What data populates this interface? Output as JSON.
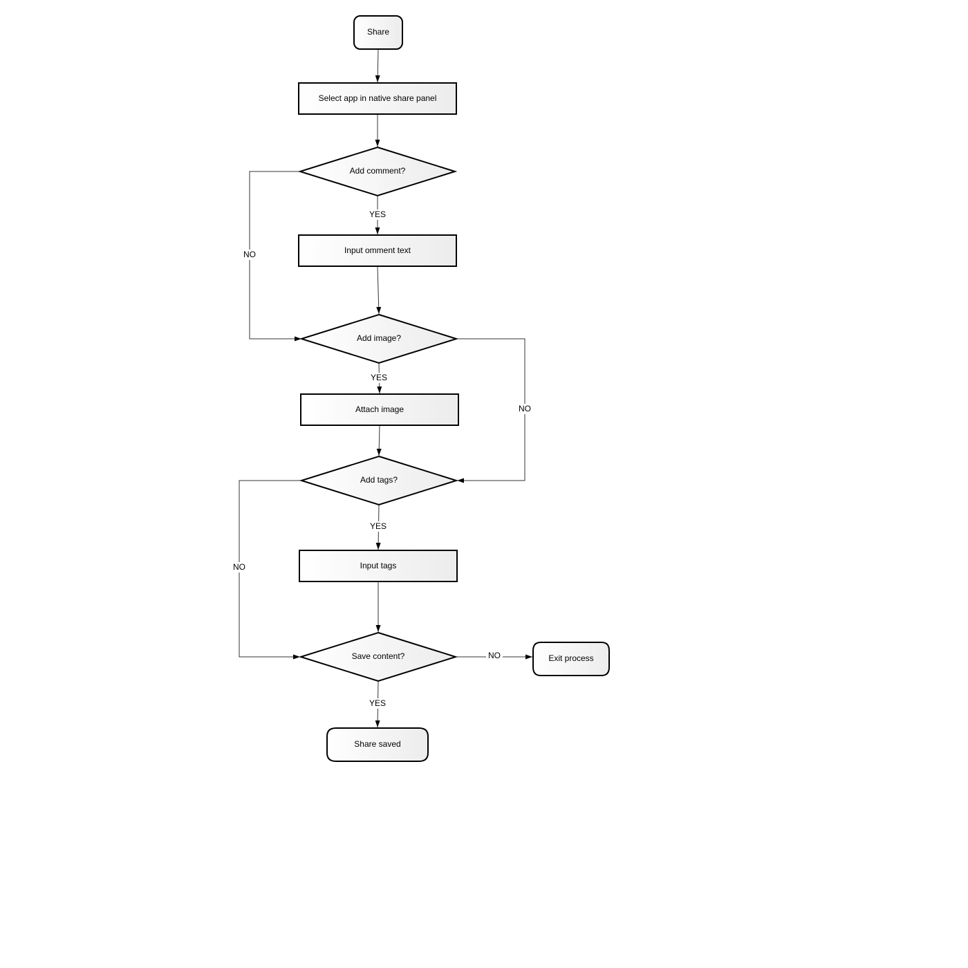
{
  "diagram": {
    "nodes": {
      "share": {
        "label": "Share",
        "shape": "rounded"
      },
      "select_app": {
        "label": "Select app in native share panel",
        "shape": "rect"
      },
      "add_comment": {
        "label": "Add comment?",
        "shape": "diamond"
      },
      "input_comment": {
        "label": "Input omment text",
        "shape": "rect"
      },
      "add_image": {
        "label": "Add image?",
        "shape": "diamond"
      },
      "attach_image": {
        "label": "Attach image",
        "shape": "rect"
      },
      "add_tags": {
        "label": "Add tags?",
        "shape": "diamond"
      },
      "input_tags": {
        "label": "Input tags",
        "shape": "rect"
      },
      "save_content": {
        "label": "Save content?",
        "shape": "diamond"
      },
      "exit_process": {
        "label": "Exit process",
        "shape": "terminal"
      },
      "share_saved": {
        "label": "Share saved",
        "shape": "terminal"
      }
    },
    "edges": {
      "share_to_select": {
        "from": "Share",
        "to": "Select app in native share panel",
        "label": ""
      },
      "select_to_comment": {
        "from": "Select app in native share panel",
        "to": "Add comment?",
        "label": ""
      },
      "comment_yes": {
        "from": "Add comment?",
        "to": "Input omment text",
        "label": "YES"
      },
      "comment_no": {
        "from": "Add comment?",
        "to": "Add image?",
        "label": "NO"
      },
      "input_comment_to_image": {
        "from": "Input omment text",
        "to": "Add image?",
        "label": ""
      },
      "image_yes": {
        "from": "Add image?",
        "to": "Attach image",
        "label": "YES"
      },
      "image_no": {
        "from": "Add image?",
        "to": "Add tags?",
        "label": "NO"
      },
      "attach_to_tags": {
        "from": "Attach image",
        "to": "Add tags?",
        "label": ""
      },
      "tags_yes": {
        "from": "Add tags?",
        "to": "Input tags",
        "label": "YES"
      },
      "tags_no": {
        "from": "Add tags?",
        "to": "Save content?",
        "label": "NO"
      },
      "input_tags_to_save": {
        "from": "Input tags",
        "to": "Save content?",
        "label": ""
      },
      "save_no": {
        "from": "Save content?",
        "to": "Exit process",
        "label": "NO"
      },
      "save_yes": {
        "from": "Save content?",
        "to": "Share saved",
        "label": "YES"
      }
    }
  }
}
